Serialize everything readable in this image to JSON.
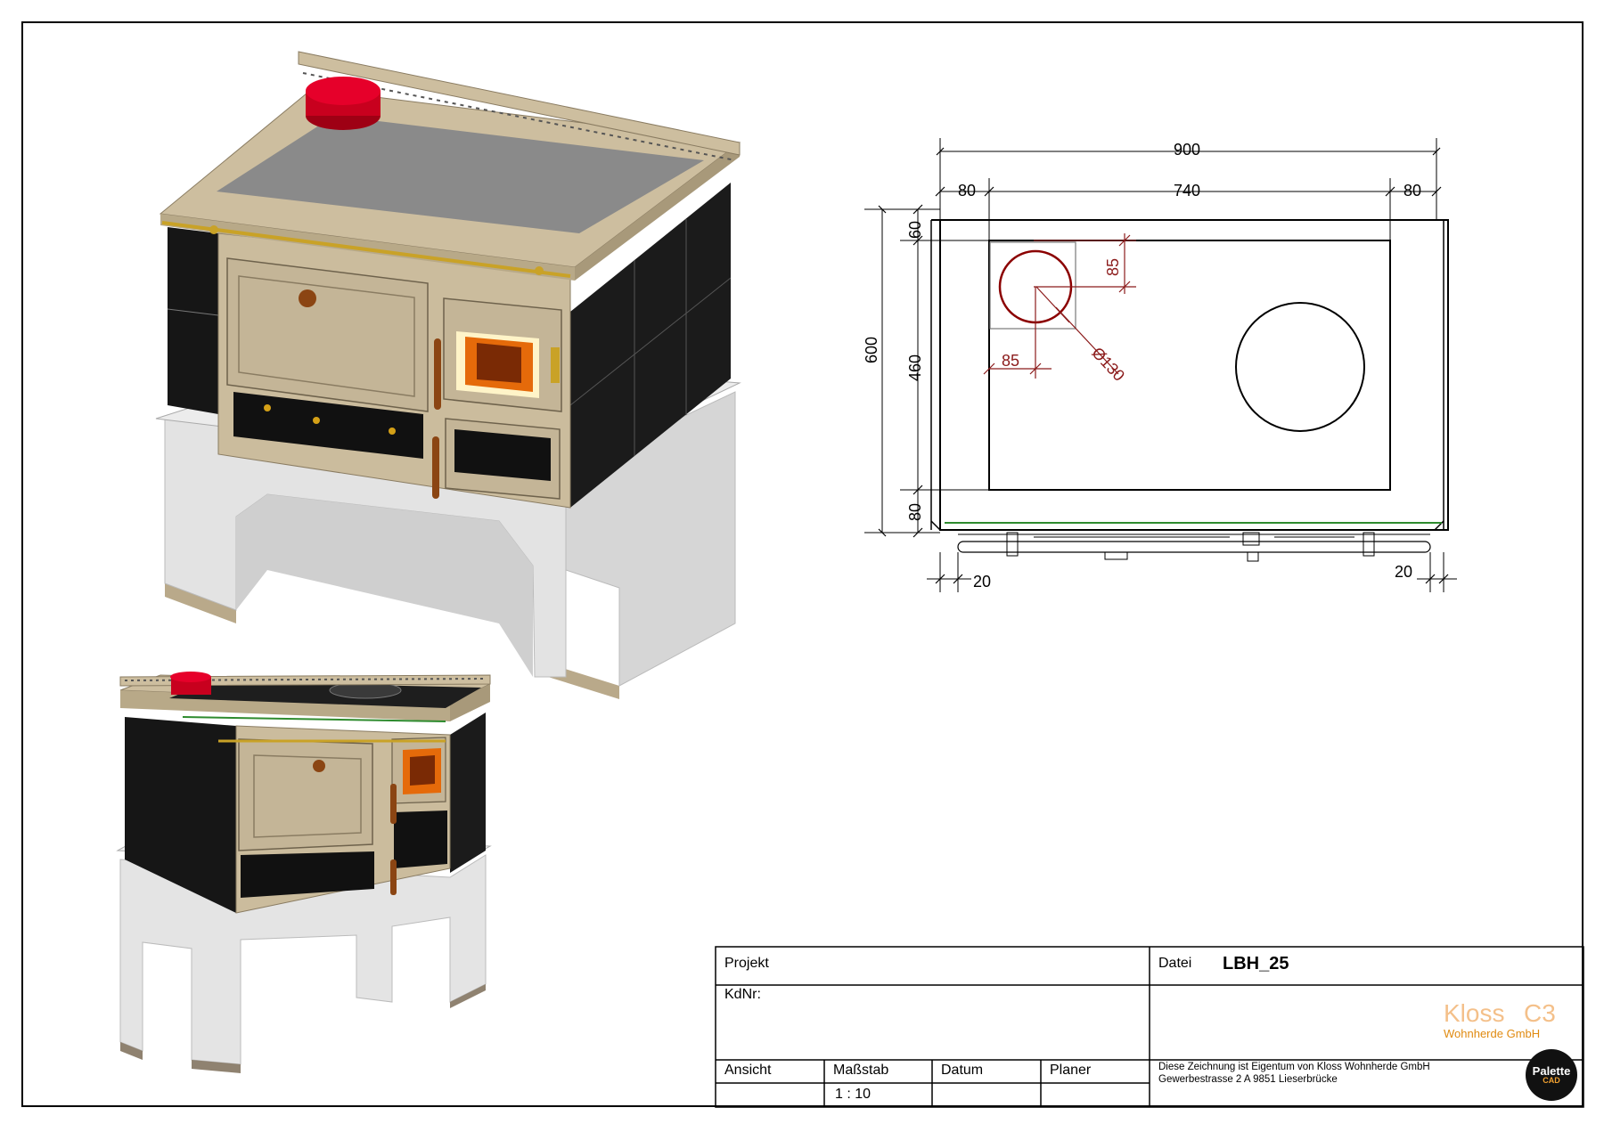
{
  "drawing": {
    "dimensions": {
      "overall_width": "900",
      "left_margin": "80",
      "plate_width": "740",
      "right_margin": "80",
      "overall_depth": "600",
      "top_margin": "60",
      "plate_depth": "460",
      "bottom_margin": "80",
      "left_offset": "20",
      "right_offset": "20",
      "hole_offset_y": "85",
      "hole_offset_x": "85",
      "hole_diameter": "Ø130"
    }
  },
  "title_block": {
    "project_label": "Projekt",
    "customer_no_label": "KdNr:",
    "file_label": "Datei",
    "file_value": "LBH_25",
    "view_label": "Ansicht",
    "scale_label": "Maßstab",
    "scale_value": "1 : 10",
    "date_label": "Datum",
    "planner_label": "Planer",
    "ownership_line1": "Diese Zeichnung ist Eigentum von Kloss Wohnherde GmbH",
    "ownership_line2": "Gewerbestrasse 2 A 9851 Lieserbrücke",
    "brand_name": "Kloss",
    "brand_mark": "C3",
    "brand_tagline": "Wohnherde GmbH",
    "software_badge": "Palette",
    "software_badge_sub": "CAD"
  },
  "colors": {
    "frame": "#000000",
    "hole": "#8b0000",
    "annotation": "#8b1a1a",
    "accent_line": "#2e8b2e",
    "stove_body": "#c9b99a",
    "tiles": "#161616",
    "base": "#e4e4e4",
    "cooktop_steel": "#8a8a8a",
    "chimney_cap": "#c8001e",
    "brand": "#f0a030"
  }
}
